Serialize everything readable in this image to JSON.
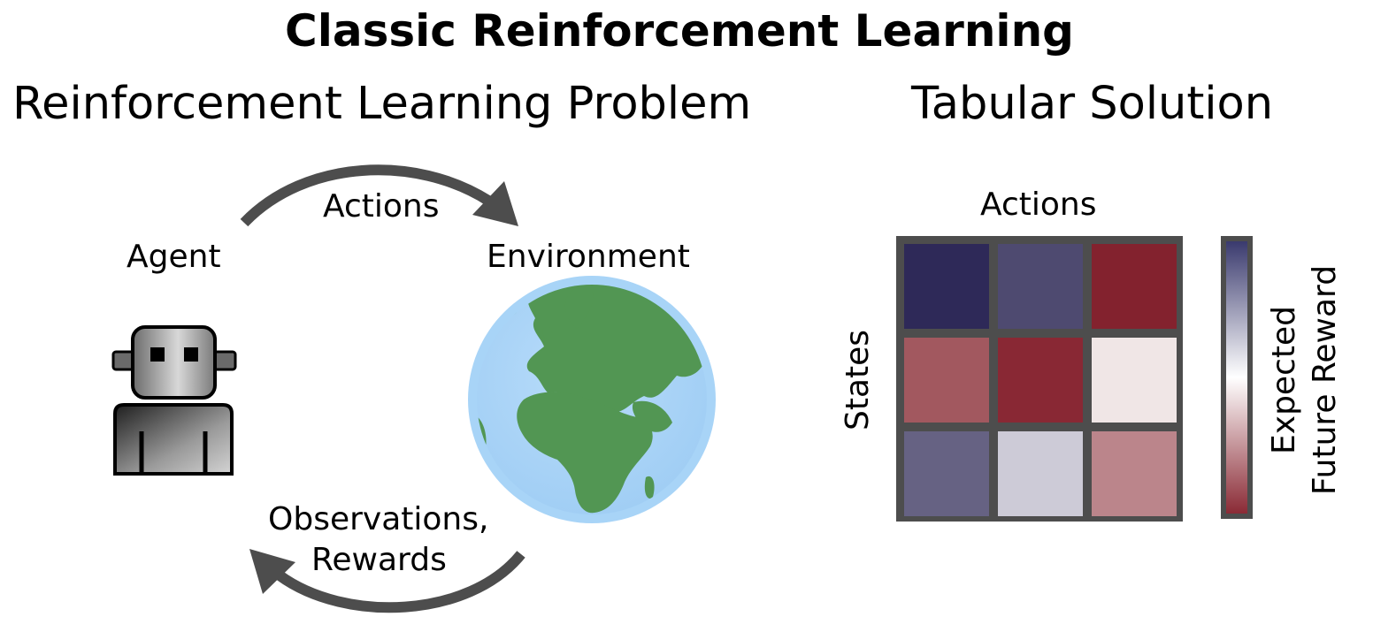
{
  "title": "Classic Reinforcement Learning",
  "left_panel": {
    "title": "Reinforcement Learning Problem",
    "actions_label": "Actions",
    "agent_label": "Agent",
    "environment_label": "Environment",
    "observations_label": "Observations,",
    "rewards_label": "Rewards"
  },
  "right_panel": {
    "title": "Tabular Solution",
    "column_label": "Actions",
    "row_label": "States",
    "colorbar_label_line1": "Expected",
    "colorbar_label_line2": "Future Reward",
    "q_table": [
      [
        "#2e2958",
        "#4e4a70",
        "#83222e"
      ],
      [
        "#a2585f",
        "#892834",
        "#f0e6e6"
      ],
      [
        "#666283",
        "#cdcbd7",
        "#bb858b"
      ]
    ],
    "colorbar_colors": [
      "#3a3a6e",
      "#ffffff",
      "#8a2a35"
    ]
  },
  "icons": {
    "agent": "robot-icon",
    "environment": "earth-globe-icon"
  },
  "colors": {
    "arrow": "#4d4d4d",
    "ocean": "#a8d4f7",
    "land": "#529653",
    "table_border": "#4d4d4d"
  }
}
